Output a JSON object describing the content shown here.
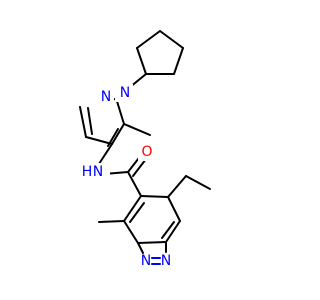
{
  "structure": {
    "colors": {
      "bond": "#000000",
      "nitrogen": "#0000ff",
      "oxygen": "#ff0000"
    },
    "atoms": [
      {
        "id": "n_pyrazole_1",
        "label": "N",
        "element": "N"
      },
      {
        "id": "n_pyrazole_2",
        "label": "N",
        "element": "N"
      },
      {
        "id": "amide_nh",
        "label": "H",
        "element": "N"
      },
      {
        "id": "amide_nh_n",
        "label": "N",
        "element": "N"
      },
      {
        "id": "carbonyl_o",
        "label": "O",
        "element": "O"
      },
      {
        "id": "n_pyridazine_1",
        "label": "N",
        "element": "N"
      },
      {
        "id": "n_pyridazine_2",
        "label": "N",
        "element": "N"
      }
    ]
  }
}
